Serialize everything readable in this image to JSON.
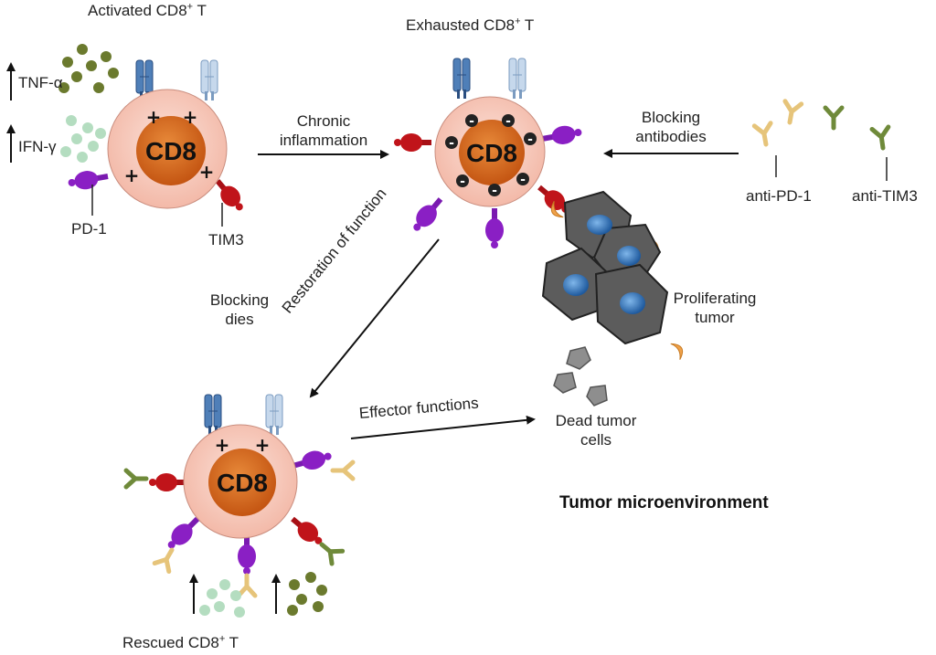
{
  "title_activated": "Activated CD8",
  "title_activated_sup": "+",
  "title_activated_suffix": " T",
  "title_exhausted": "Exhausted CD8",
  "title_exhausted_sup": "+",
  "title_exhausted_suffix": " T",
  "title_rescued": "Rescued CD8",
  "title_rescued_sup": "+",
  "title_rescued_suffix": " T",
  "cell_label": "CD8",
  "cytokine_tnf": "TNF-α",
  "cytokine_ifn": "IFN-γ",
  "receptor_pd1": "PD-1",
  "receptor_tim3": "TIM3",
  "arrow_chronic_line1": "Chronic",
  "arrow_chronic_line2": "inflammation",
  "arrow_blocking_line1": "Blocking",
  "arrow_blocking_line2": "antibodies",
  "antibody_pd1": "anti-PD-1",
  "antibody_tim3": "anti-TIM3",
  "blocking_dies_line1": "Blocking",
  "blocking_dies_line2": "dies",
  "arrow_restoration": "Restoration of function",
  "proliferating_line1": "Proliferating",
  "proliferating_line2": "tumor",
  "arrow_effector": "Effector functions",
  "dead_line1": "Dead tumor",
  "dead_line2": "cells",
  "tumor_microenvironment": "Tumor microenvironment",
  "colors": {
    "cell_outer": "#f8cfc4",
    "cell_nucleus": "#d2661a",
    "tcr_dark": "#4f7fb8",
    "tcr_light": "#c6d8ec",
    "pd1_purple": "#8a1fc4",
    "tim3_red": "#c0141a",
    "ab_pd1_yellow": "#e6c47a",
    "ab_tim3_green": "#6f8a3a",
    "tnf_dot": "#6b7a2e",
    "ifn_dot": "#b4ddc0",
    "tumor_cell": "#5c5c5c",
    "tumor_nucleus": "#3d7ec4",
    "tumor_receptor": "#f0a24a",
    "dead_cell": "#8e8e8e"
  }
}
